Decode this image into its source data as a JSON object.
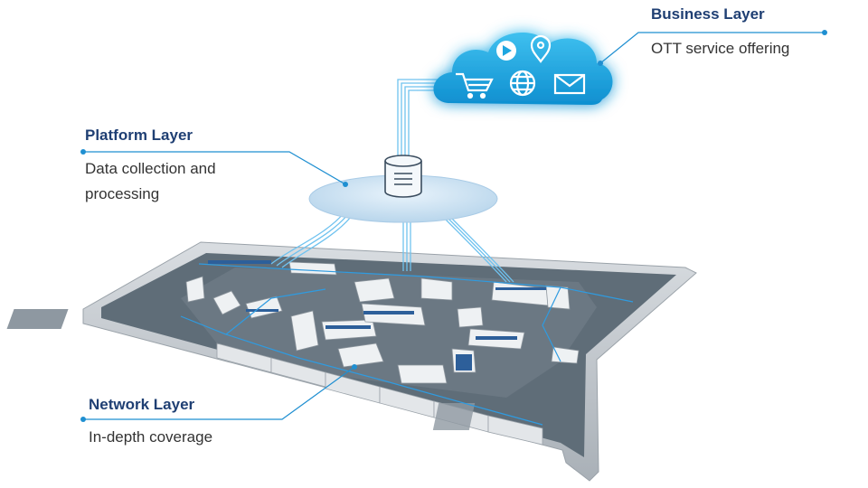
{
  "colors": {
    "title": "#1f3f73",
    "text": "#333333",
    "accent": "#1f8fd1",
    "cloud": "#1da6e0",
    "platform_disc": "#cfe3f2",
    "floor": "#5f6d78",
    "wall": "#c7ccd1"
  },
  "layers": {
    "business": {
      "title": "Business Layer",
      "desc": "OTT service offering",
      "icons": [
        "play-icon",
        "location-pin-icon",
        "shopping-cart-icon",
        "globe-icon",
        "mail-icon"
      ]
    },
    "platform": {
      "title": "Platform Layer",
      "desc_lines": [
        "Data collection and",
        "processing"
      ],
      "icons": [
        "database-icon"
      ]
    },
    "network": {
      "title": "Network Layer",
      "desc": "In-depth coverage"
    }
  }
}
